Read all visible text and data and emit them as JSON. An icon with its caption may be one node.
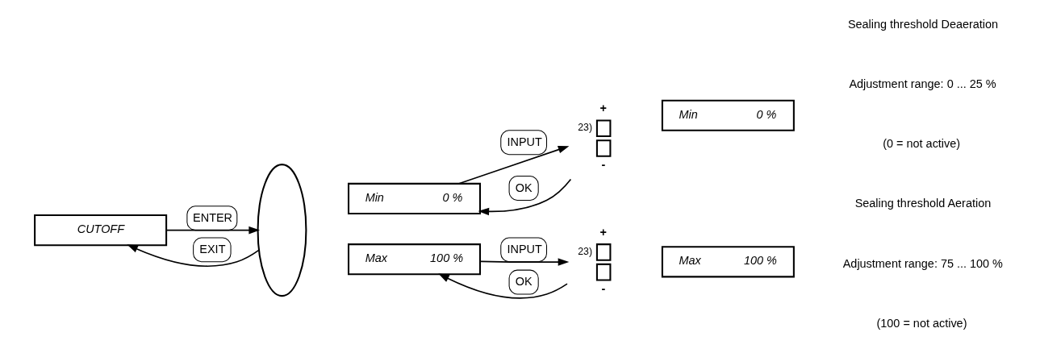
{
  "diagram": {
    "nodes": [
      {
        "text": [
          "CUTOFF"
        ]
      },
      {
        "text": [],
        "shape": "ellipse"
      },
      {
        "text": [
          "Min",
          "0 %"
        ]
      },
      {
        "text": [
          "Max",
          "100 %"
        ]
      },
      {
        "text": [],
        "shape": "box",
        "beside": [
          "+",
          "23)",
          "-"
        ]
      },
      {
        "text": [
          "Min",
          "0 %"
        ]
      },
      {
        "text": [],
        "shape": "box",
        "beside": [
          "+",
          "23)",
          "-"
        ]
      },
      {
        "text": [
          "Max",
          "100 %"
        ]
      }
    ],
    "edges": [
      {
        "from": 0,
        "to": 1,
        "arrow": "to",
        "label": "ENTER"
      },
      {
        "from": 1,
        "to": 0,
        "arrow": "to",
        "label": "EXIT"
      },
      {
        "from": 2,
        "to": 4,
        "arrow": "to",
        "label": "INPUT"
      },
      {
        "from": 4,
        "to": 2,
        "arrow": "to",
        "label": "OK"
      },
      {
        "from": 3,
        "to": 6,
        "arrow": "to",
        "label": "INPUT"
      },
      {
        "from": 6,
        "to": 3,
        "arrow": "to",
        "label": "OK"
      }
    ],
    "labels": [
      "Sealing threshold Deaeration",
      "Adjustment range: 0 ... 25 %",
      "(0 = not active)",
      "Sealing threshold Aeration",
      "Adjustment range: 75 ... 100 %",
      "(100 = not active)"
    ]
  }
}
